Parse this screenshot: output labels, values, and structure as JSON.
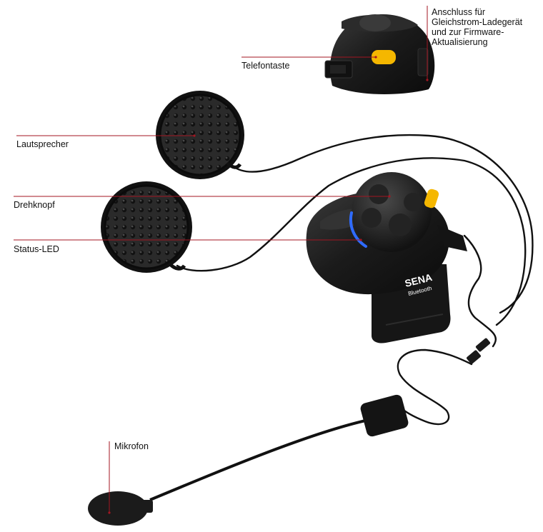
{
  "labels": {
    "anschluss": "Anschluss für\nGleichstrom-Ladegerät\nund zur Firmware-\nAktualisierung",
    "telefontaste": "Telefontaste",
    "lautsprecher": "Lautsprecher",
    "drehknopf": "Drehknopf",
    "status_led": "Status-LED",
    "mikrofon": "Mikrofon"
  },
  "brand": {
    "name": "SENA",
    "sub": "Bluetooth"
  },
  "colors": {
    "leader_line": "#a31622",
    "device": "#141414",
    "button_yellow": "#f5b700",
    "led_blue": "#2f6bff",
    "background": "#ffffff"
  }
}
